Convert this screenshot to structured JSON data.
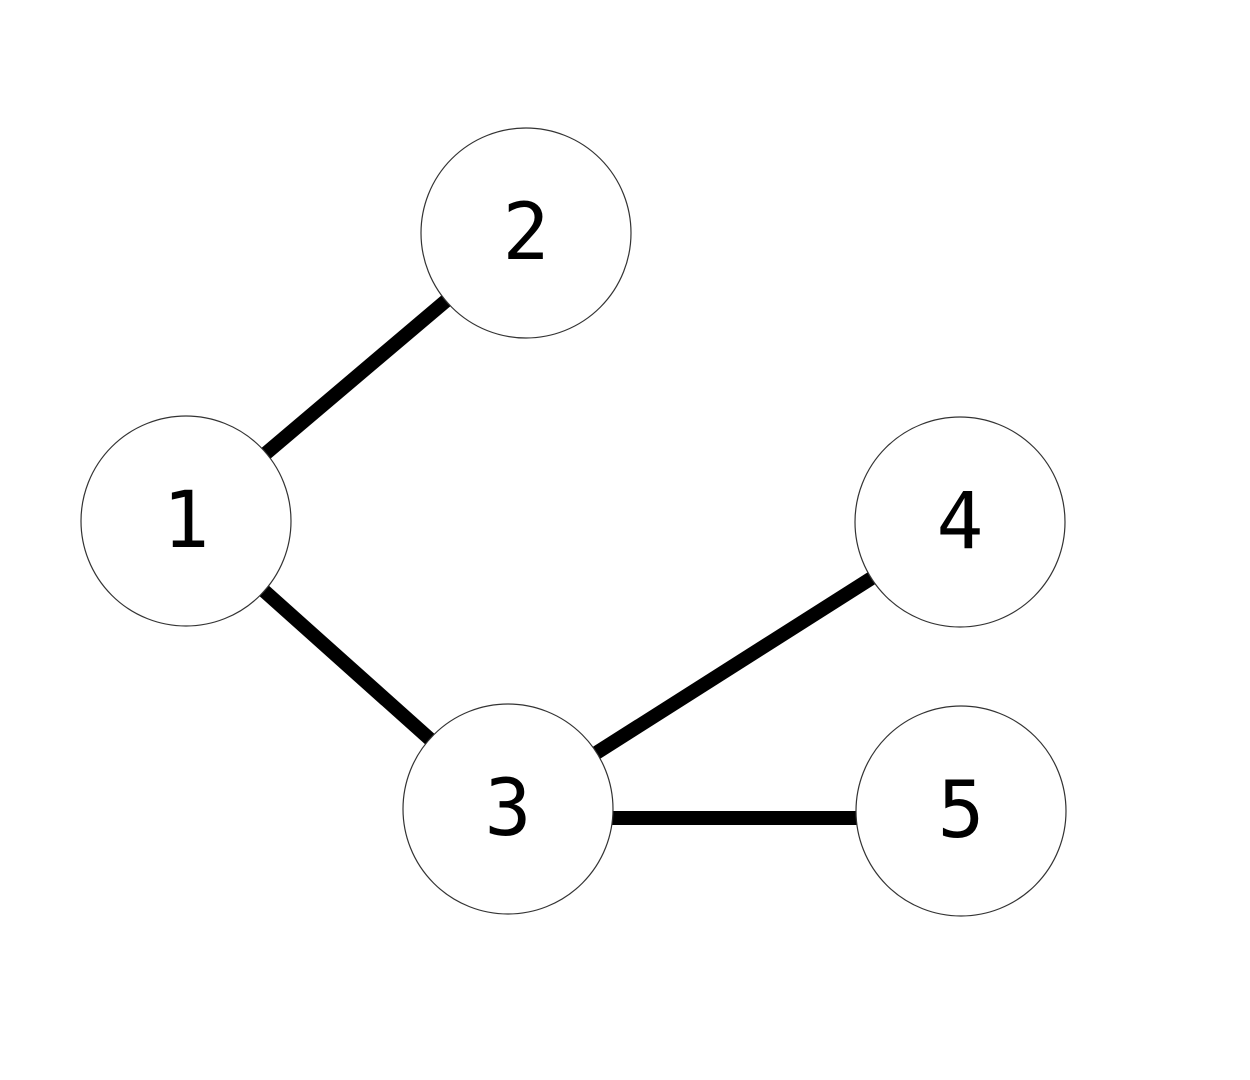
{
  "colors": {
    "edge": "#000000",
    "node_stroke": "#333333",
    "label": "#000000"
  },
  "nodes": [
    {
      "id": "1",
      "label": "1"
    },
    {
      "id": "2",
      "label": "2"
    },
    {
      "id": "3",
      "label": "3"
    },
    {
      "id": "4",
      "label": "4"
    },
    {
      "id": "5",
      "label": "5"
    }
  ],
  "edges": [
    {
      "from": "1",
      "to": "2"
    },
    {
      "from": "1",
      "to": "3"
    },
    {
      "from": "3",
      "to": "4"
    },
    {
      "from": "3",
      "to": "5"
    }
  ]
}
